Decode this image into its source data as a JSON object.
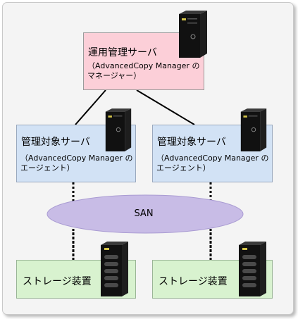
{
  "manager": {
    "title": "運用管理サーバ",
    "desc_line1": "（AdvancedCopy Manager の",
    "desc_line2": "マネージャー）"
  },
  "agents": [
    {
      "title": "管理対象サーバ",
      "desc_line1": "（AdvancedCopy Manager の",
      "desc_line2": "エージェント）"
    },
    {
      "title": "管理対象サーバ",
      "desc_line1": "（AdvancedCopy Manager の",
      "desc_line2": "エージェント）"
    }
  ],
  "san": {
    "label": "SAN"
  },
  "storages": [
    {
      "label": "ストレージ装置"
    },
    {
      "label": "ストレージ装置"
    }
  ],
  "colors": {
    "manager_fill": "#fccfd8",
    "agent_fill": "#d2e2f5",
    "storage_fill": "#d8f2cf",
    "san_fill": "#c8bce6",
    "server_body": "#111111"
  },
  "icons": [
    "server-tower-icon",
    "storage-rack-icon"
  ]
}
